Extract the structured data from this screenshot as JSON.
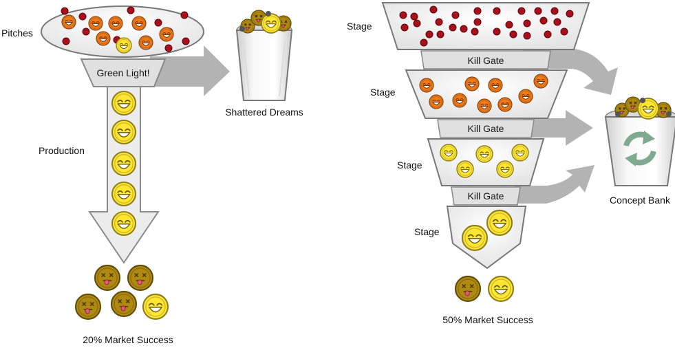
{
  "left": {
    "pitches_label": "Pitches",
    "green_light_label": "Green Light!",
    "shattered_label": "Shattered Dreams",
    "production_label": "Production",
    "success_label": "20% Market Success"
  },
  "right": {
    "stage_labels": [
      "Stage",
      "Stage",
      "Stage",
      "Stage"
    ],
    "kill_gate_labels": [
      "Kill Gate",
      "Kill Gate",
      "Kill Gate"
    ],
    "concept_bank_label": "Concept Bank",
    "success_label": "50% Market Success"
  },
  "colors": {
    "red_dot": "#a8101c",
    "orange_face": "#f07a1a",
    "yellow_face": "#ffe633",
    "olive_face": "#b08a10",
    "gray_shape": "#e6e6e6",
    "gray_arrow": "#b3b3b3",
    "recycle": "#7faa8f"
  },
  "icons": [
    "smiley-face-icon",
    "dead-face-icon",
    "recycle-icon",
    "bin-icon"
  ]
}
